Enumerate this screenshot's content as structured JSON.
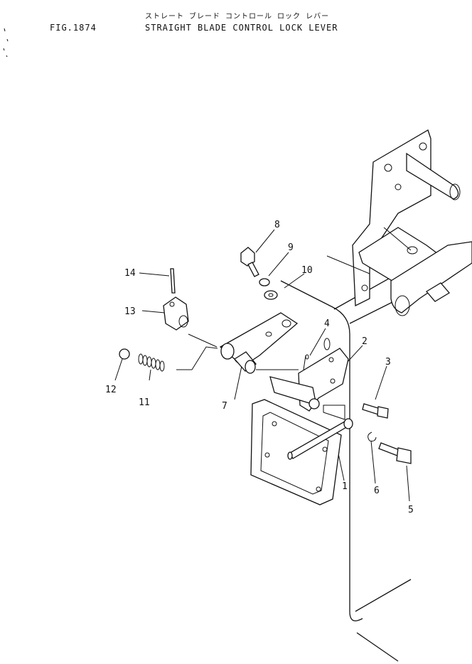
{
  "header": {
    "figure_number": "FIG.1874",
    "title_jp": "ストレート ブレード コントロール ロック レバー",
    "title_en": "STRAIGHT BLADE CONTROL LOCK LEVER"
  },
  "callouts": [
    "1",
    "2",
    "3",
    "4",
    "5",
    "6",
    "7",
    "8",
    "9",
    "10",
    "11",
    "12",
    "13",
    "14"
  ]
}
